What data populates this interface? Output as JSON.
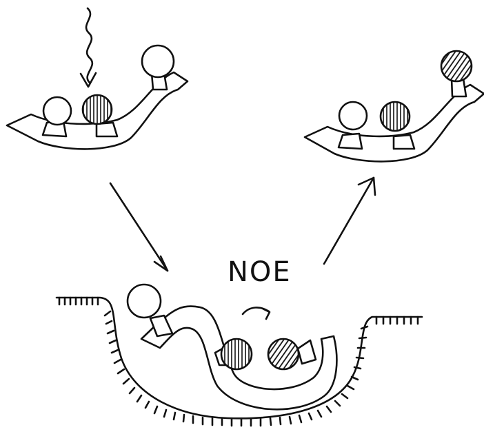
{
  "diagram": {
    "noe_label": "NOE",
    "ink_color": "#111111",
    "background": "#ffffff",
    "states": [
      {
        "name": "unlabeled-ligand",
        "hatched_circles": 1
      },
      {
        "name": "bound-ligand-in-pocket",
        "hatched_circles": 2
      },
      {
        "name": "released-ligand",
        "hatched_circles": 2
      }
    ]
  }
}
